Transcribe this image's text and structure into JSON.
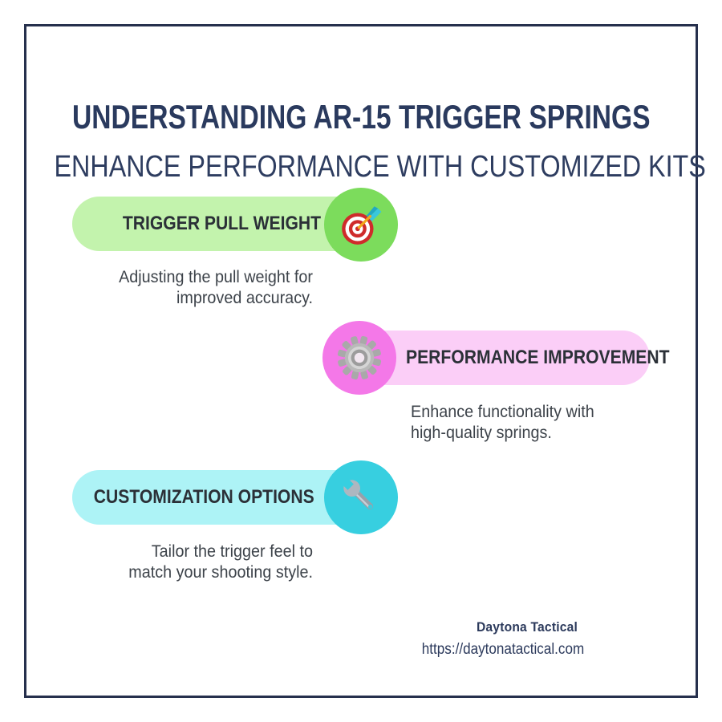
{
  "header": {
    "title": "UNDERSTANDING AR-15 TRIGGER SPRINGS",
    "subtitle": "ENHANCE PERFORMANCE WITH CUSTOMIZED KITS",
    "title_color": "#2a3a5e",
    "subtitle_color": "#2e3d60"
  },
  "frame": {
    "border_color": "#26304d"
  },
  "items": [
    {
      "label": "TRIGGER PULL WEIGHT",
      "description": [
        "Adjusting the pull weight for",
        "improved accuracy."
      ],
      "icon": "target-dart-icon",
      "pill_color": "#c3f3ad",
      "circle_color": "#7cdc5c"
    },
    {
      "label": "PERFORMANCE IMPROVEMENT",
      "description": [
        "Enhance functionality with",
        "high-quality springs."
      ],
      "icon": "gear-icon",
      "pill_color": "#fbcef7",
      "circle_color": "#f478e8"
    },
    {
      "label": "CUSTOMIZATION OPTIONS",
      "description": [
        "Tailor the trigger feel to",
        "match your shooting style."
      ],
      "icon": "wrench-icon",
      "pill_color": "#adf3f6",
      "circle_color": "#37cfe0"
    }
  ],
  "footer": {
    "brand": "Daytona Tactical",
    "url": "https://daytonatactical.com",
    "text_color": "#2c3a5c"
  },
  "text_colors": {
    "label": "#2b3037",
    "description": "#3d434a"
  }
}
